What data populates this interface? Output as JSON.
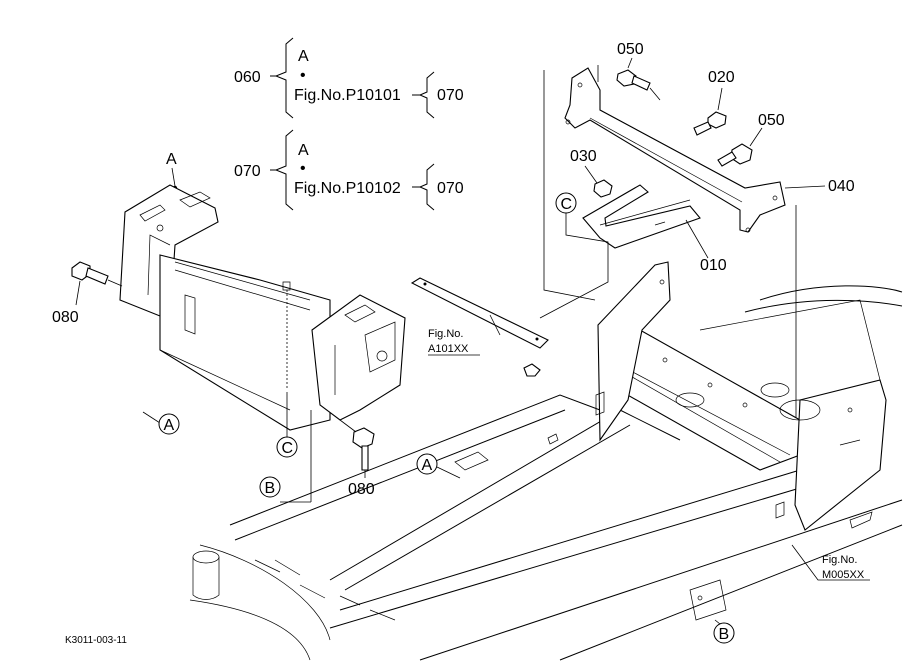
{
  "callouts": {
    "c050a": "050",
    "c020": "020",
    "c050b": "050",
    "c030": "030",
    "c040": "040",
    "c010": "010",
    "c060": "060",
    "c070a": "070",
    "c070b": "070",
    "c070c": "070",
    "c080a": "080",
    "c080b": "080"
  },
  "brace1": {
    "top": "A",
    "dot": "•",
    "fig": "Fig.No.P10101"
  },
  "brace2": {
    "top": "A",
    "dot": "•",
    "fig": "Fig.No.P10102"
  },
  "refs": {
    "a_top": "A",
    "a_circle_left": "A",
    "a_circle_frame": "A",
    "b_circle_left": "B",
    "b_circle_frame": "B",
    "c_circle_bracket": "C",
    "c_circle_cover": "C"
  },
  "figrefs": {
    "a101_line1": "Fig.No.",
    "a101_line2": "A101XX",
    "m005_line1": "Fig.No.",
    "m005_line2": "M005XX"
  },
  "footer": {
    "code": "K3011-003-11"
  }
}
